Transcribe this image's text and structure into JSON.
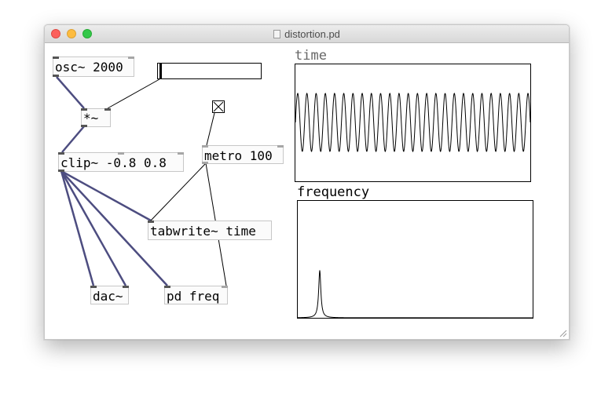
{
  "window": {
    "title": "distortion.pd"
  },
  "objects": {
    "osc": "osc~ 2000",
    "mul": "*~",
    "clip": "clip~ -0.8 0.8",
    "metro": "metro 100",
    "tabwrite": "tabwrite~ time",
    "dac": "dac~",
    "pdfreq": "pd freq"
  },
  "arrays": {
    "time_label": "time",
    "frequency_label": "frequency"
  },
  "colors": {
    "signal_wire": "#4d4d80",
    "control_wire": "#000000",
    "label_gray": "#666666"
  },
  "icons": {
    "toggle": "toggle-x-icon",
    "resize": "resize-grip-icon"
  }
}
